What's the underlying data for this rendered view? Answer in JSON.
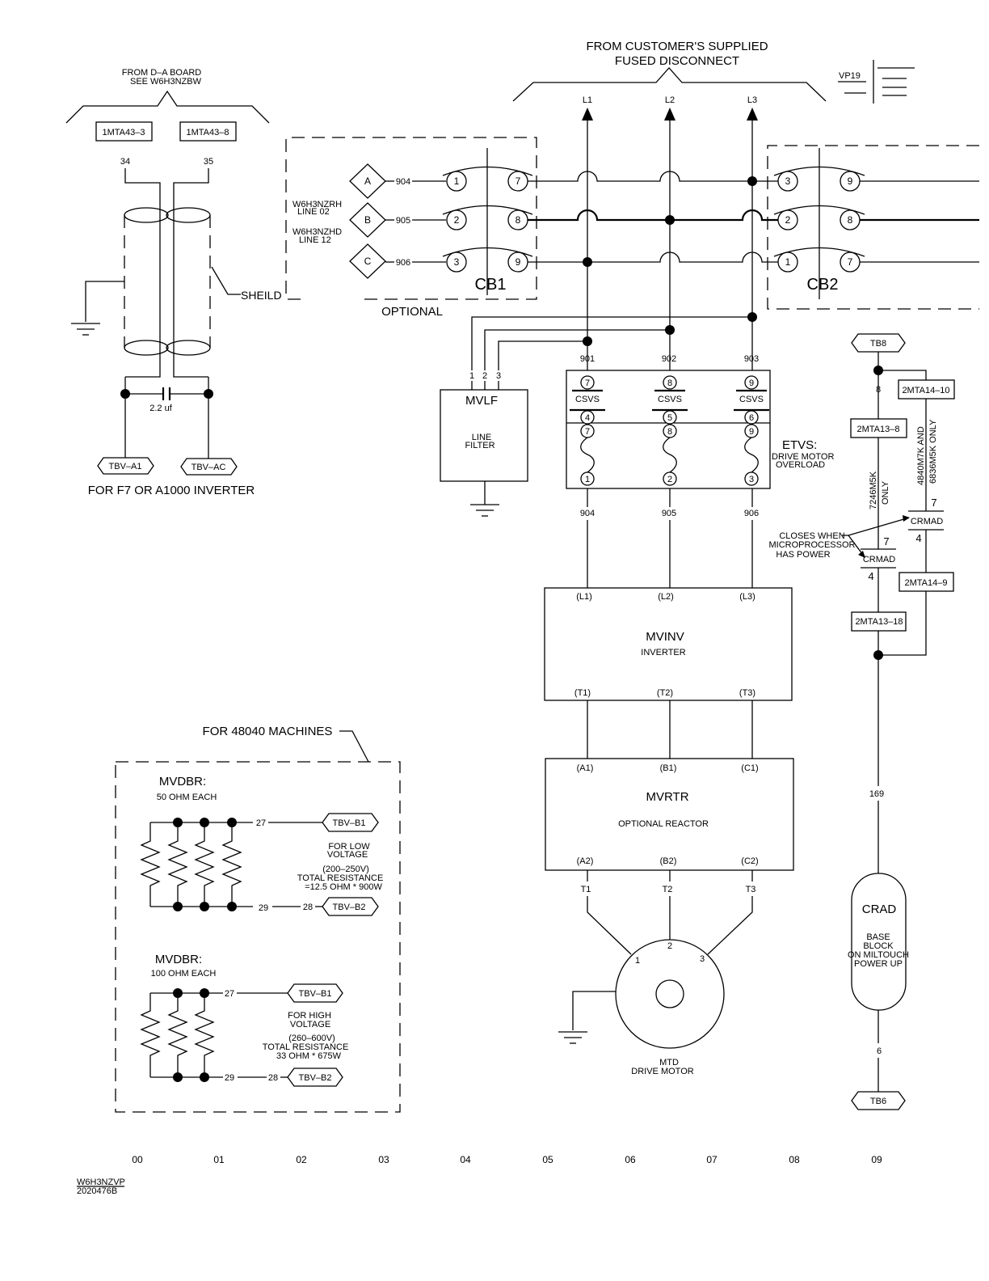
{
  "supply": {
    "title_line1": "FROM CUSTOMER'S SUPPLIED",
    "title_line2": "FUSED DISCONNECT",
    "phases": [
      "L1",
      "L2",
      "L3"
    ]
  },
  "vp_tag": "VP19",
  "da_board": {
    "line1": "FROM D–A BOARD",
    "line2": "SEE W6H3NZBW",
    "left_terminal": "1MTA43–3",
    "right_terminal": "1MTA43–8",
    "left_wire": "34",
    "right_wire": "35",
    "shield_label": "SHEILD",
    "capacitor_label": "2.2 uf",
    "left_out": "TBV–A1",
    "right_out": "TBV–AC",
    "note": "FOR F7 OR A1000 INVERTER"
  },
  "cb1": {
    "label": "CB1",
    "optional_label": "OPTIONAL",
    "ref1_line1": "W6H3NZRH",
    "ref1_line2": "LINE 02",
    "ref2_line1": "W6H3NZHD",
    "ref2_line2": "LINE 12",
    "inputs": [
      "A",
      "B",
      "C"
    ],
    "wires": [
      "904",
      "905",
      "906"
    ],
    "left_poles": [
      "1",
      "2",
      "3"
    ],
    "right_poles": [
      "7",
      "8",
      "9"
    ]
  },
  "cb2": {
    "label": "CB2",
    "left_poles": [
      "3",
      "2",
      "1"
    ],
    "right_poles": [
      "9",
      "8",
      "7"
    ]
  },
  "mvlf": {
    "name": "MVLF",
    "desc_line1": "LINE",
    "desc_line2": "FILTER",
    "pins": [
      "1",
      "2",
      "3"
    ]
  },
  "etvs": {
    "wires_in": [
      "901",
      "902",
      "903"
    ],
    "top_pins": [
      "7",
      "8",
      "9"
    ],
    "csvs_label": "CSVS",
    "mid_pins": [
      "4",
      "5",
      "6"
    ],
    "ol_top_pins": [
      "7",
      "8",
      "9"
    ],
    "ol_bottom_pins": [
      "1",
      "2",
      "3"
    ],
    "title": "ETVS:",
    "desc_line1": "DRIVE MOTOR",
    "desc_line2": "OVERLOAD",
    "wires_out": [
      "904",
      "905",
      "906"
    ]
  },
  "mvinv": {
    "name": "MVINV",
    "desc": "INVERTER",
    "inputs": [
      "(L1)",
      "(L2)",
      "(L3)"
    ],
    "outputs": [
      "(T1)",
      "(T2)",
      "(T3)"
    ]
  },
  "mvrtr": {
    "name": "MVRTR",
    "desc": "OPTIONAL REACTOR",
    "inputs": [
      "(A1)",
      "(B1)",
      "(C1)"
    ],
    "outputs": [
      "(A2)",
      "(B2)",
      "(C2)"
    ],
    "wires": [
      "T1",
      "T2",
      "T3"
    ]
  },
  "motor": {
    "name": "MTD",
    "desc": "DRIVE MOTOR",
    "pins": [
      "1",
      "2",
      "3"
    ]
  },
  "control": {
    "tb_top": "TB8",
    "wire_top": "8",
    "term_2mta14_10": "2MTA14–10",
    "term_2mta13_8": "2MTA13–8",
    "note_7246": "7246M5K",
    "note_7246_only": "ONLY",
    "note_48840": "4840M7K AND",
    "note_6836": "6836M5K ONLY",
    "crmad": "CRMAD",
    "crmad_pin_top": "7",
    "crmad_pin_bottom": "4",
    "closes_line1": "CLOSES WHEN",
    "closes_line2": "MICROPROCESSOR",
    "closes_line3": "HAS POWER",
    "term_2mta14_9": "2MTA14–9",
    "term_2mta13_18": "2MTA13–18",
    "wire_169": "169",
    "crad": "CRAD",
    "crad_line1": "BASE",
    "crad_line2": "BLOCK",
    "crad_line3": "ON MILTOUCH",
    "crad_line4": "POWER UP",
    "wire_6": "6",
    "tb_bottom": "TB6"
  },
  "braking": {
    "header": "FOR 48040 MACHINES",
    "low": {
      "title": "MVDBR:",
      "each": "50 OHM EACH",
      "wire_top": "27",
      "wire_bottom": "29",
      "wire_out": "28",
      "tb_top": "TBV–B1",
      "tb_bottom": "TBV–B2",
      "note1": "FOR LOW",
      "note2": "VOLTAGE",
      "note3": "(200–250V)",
      "note4": "TOTAL RESISTANCE",
      "note5": "=12.5 OHM * 900W"
    },
    "high": {
      "title": "MVDBR:",
      "each": "100 OHM EACH",
      "wire_top": "27",
      "wire_bottom": "29",
      "wire_out": "28",
      "tb_top": "TBV–B1",
      "tb_bottom": "TBV–B2",
      "note1": "FOR HIGH",
      "note2": "VOLTAGE",
      "note3": "(260–600V)",
      "note4": "TOTAL RESISTANCE",
      "note5": "33 OHM * 675W"
    }
  },
  "grid_columns": [
    "00",
    "01",
    "02",
    "03",
    "04",
    "05",
    "06",
    "07",
    "08",
    "09"
  ],
  "drawing_id": "W6H3NZVP",
  "drawing_number": "2020476B"
}
